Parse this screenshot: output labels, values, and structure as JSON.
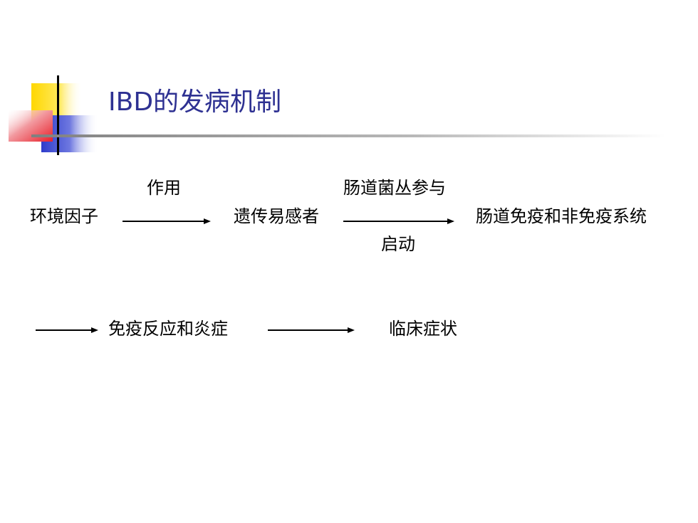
{
  "slide": {
    "title": "IBD的发病机制",
    "title_color": "#2E3192"
  },
  "diagram": {
    "nodes": {
      "environment": "环境因子",
      "genetic": "遗传易感者",
      "immune_system": "肠道免疫和非免疫系统",
      "immune_response": "免疫反应和炎症",
      "symptoms": "临床症状"
    },
    "edges": {
      "env_to_genetic": "作用",
      "genetic_to_immune_above": "肠道菌丛参与",
      "genetic_to_immune_below": "启动"
    }
  },
  "colors": {
    "yellow": "#FFD700",
    "red": "#E8202A",
    "blue": "#2E3CCB"
  }
}
